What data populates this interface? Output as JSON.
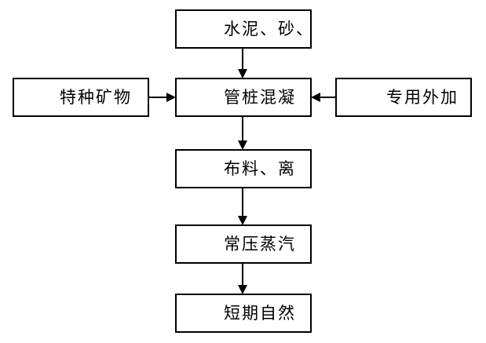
{
  "diagram": {
    "nodes": {
      "raw_materials": "水泥、砂、",
      "special_minerals": "特种矿物",
      "pile_concrete": "管桩混凝",
      "special_admixture": "专用外加",
      "distribution": "布料、离",
      "steam_curing": "常压蒸汽",
      "natural_curing": "短期自然"
    }
  }
}
